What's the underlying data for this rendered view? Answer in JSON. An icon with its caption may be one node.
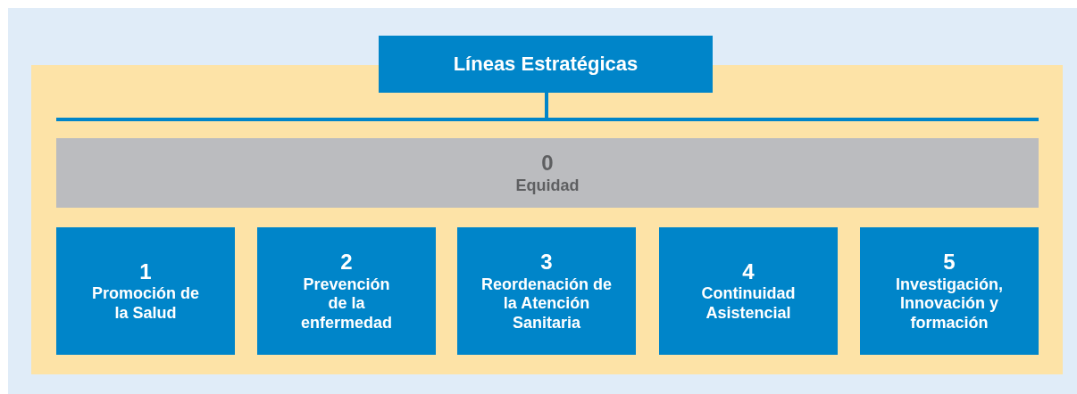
{
  "diagram": {
    "nodes": [
      {
        "text": [
          "Líneas Estratégicas"
        ]
      },
      {
        "text": [
          "0",
          "Equidad"
        ]
      },
      {
        "text": [
          "1",
          "Promoción de la Salud"
        ]
      },
      {
        "text": [
          "2",
          "Prevención de la enfermedad"
        ]
      },
      {
        "text": [
          "3",
          "Reordenación de la Atención Sanitaria"
        ]
      },
      {
        "text": [
          "4",
          "Continuidad Asistencial"
        ]
      },
      {
        "text": [
          "5",
          "Investigación, Innovación y formación"
        ]
      }
    ]
  }
}
